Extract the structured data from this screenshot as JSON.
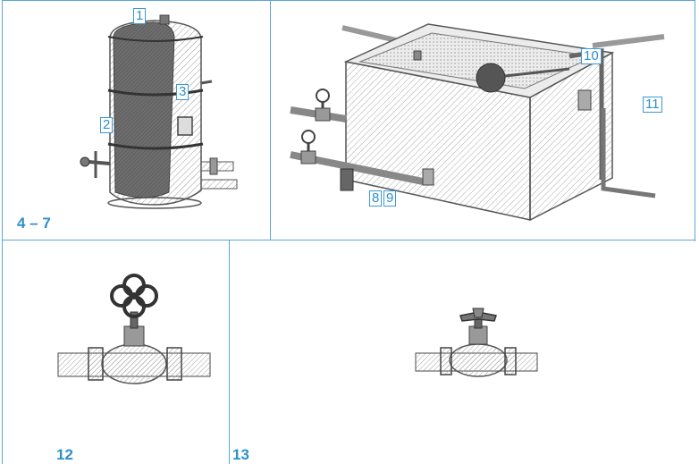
{
  "callouts": {
    "c1": "1",
    "c2": "2",
    "c3": "3",
    "c8": "8",
    "c9": "9",
    "c10": "10",
    "c11": "11"
  },
  "figure_numbers": {
    "top_left": "4 – 7",
    "bottom_left": "12",
    "bottom_right": "13"
  },
  "icons": [
    "water-heater-icon",
    "storage-tank-icon",
    "handwheel-valve-icon",
    "wing-valve-icon"
  ],
  "colors": {
    "frame": "#5aa7d6",
    "label": "#2f8fca",
    "drawing": "#555555",
    "insulation": "#6e6e6e"
  }
}
